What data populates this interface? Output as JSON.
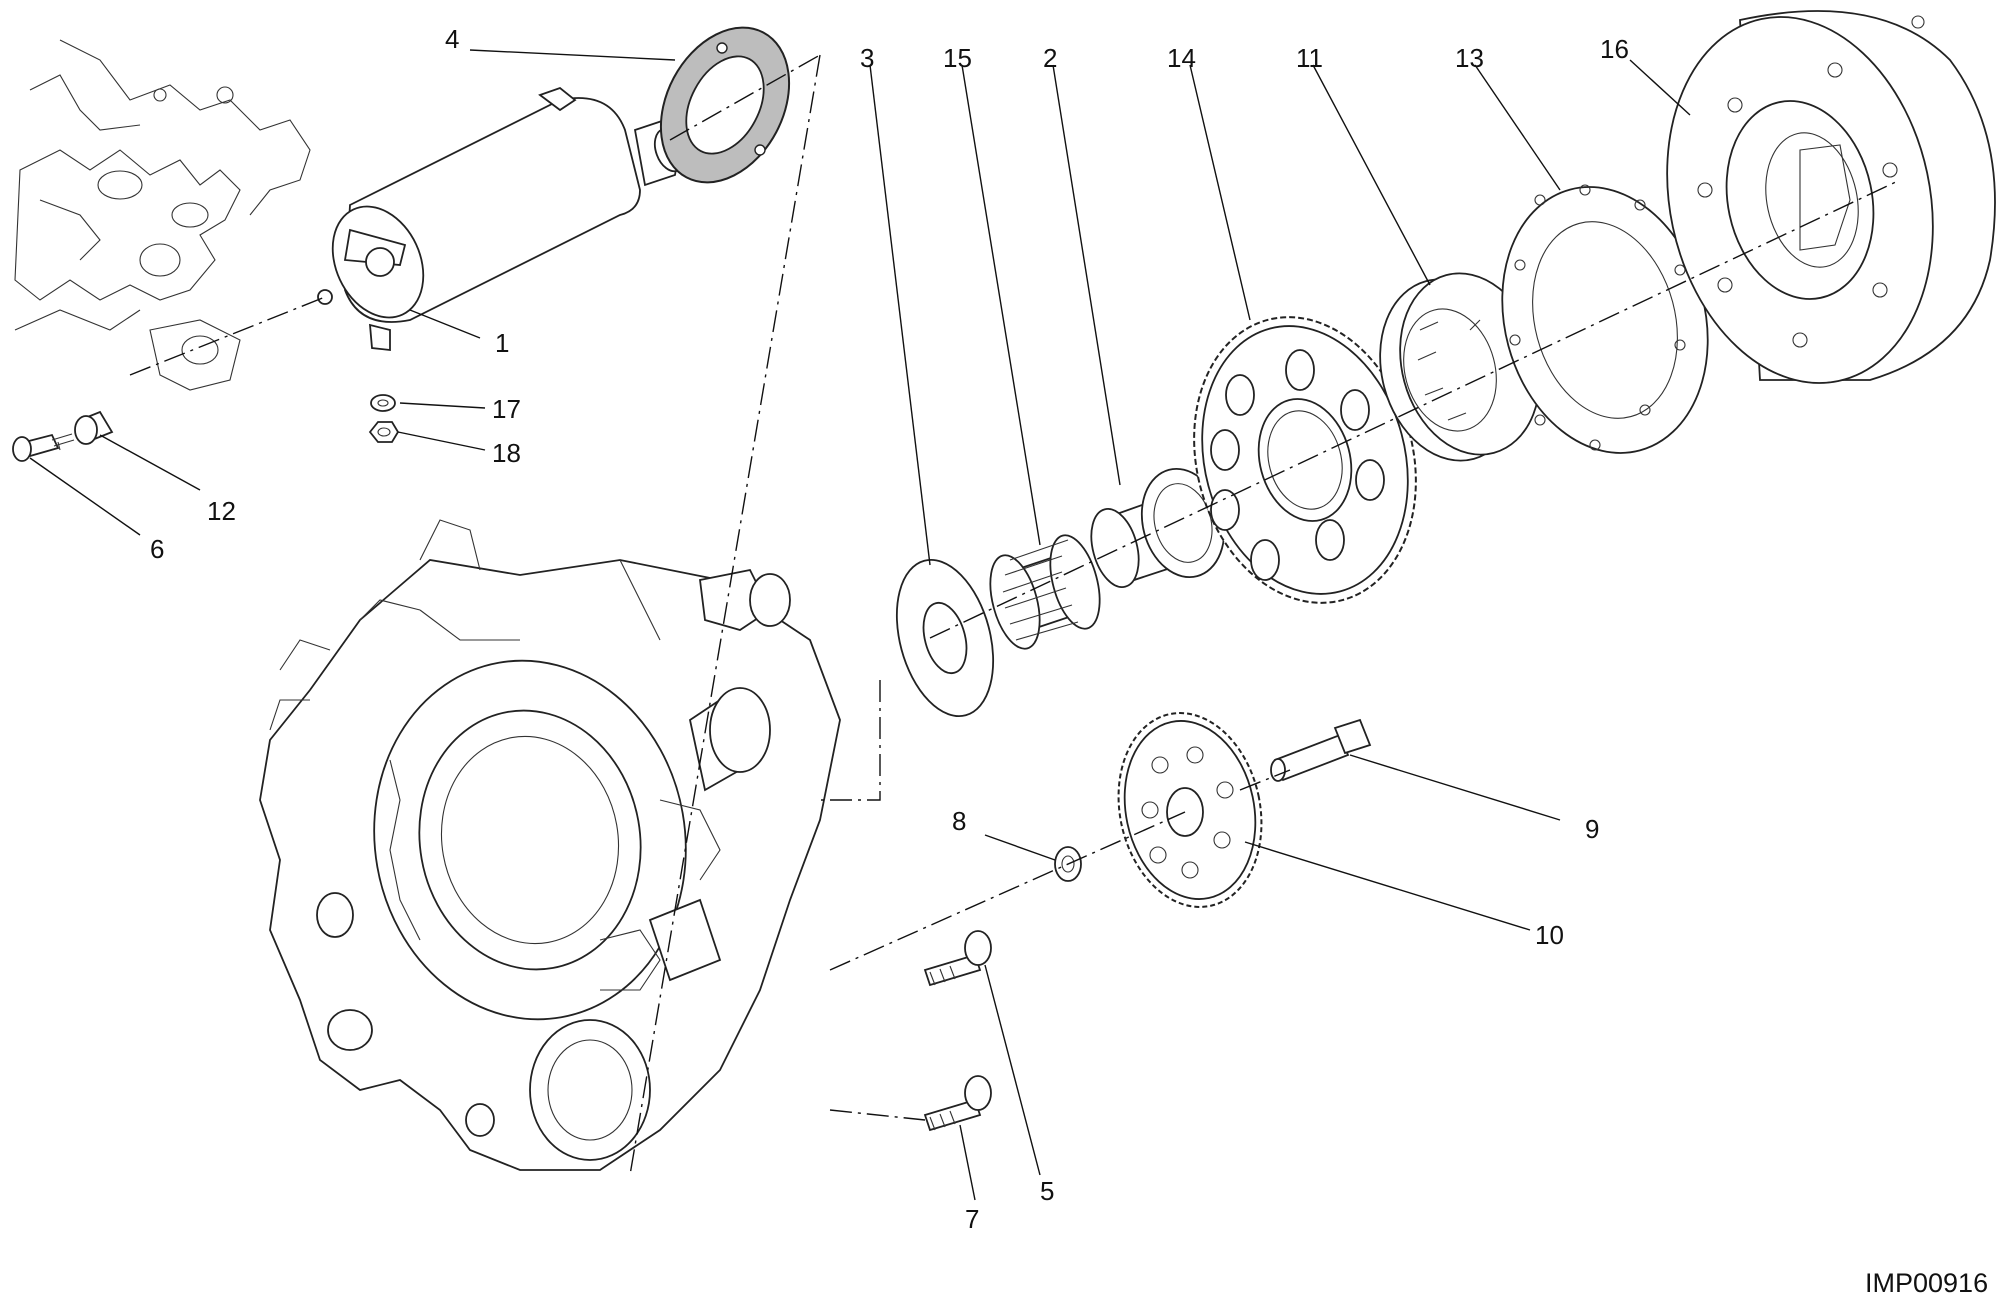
{
  "drawing_code": "IMP00916",
  "callouts": [
    "1",
    "2",
    "3",
    "4",
    "5",
    "6",
    "7",
    "8",
    "9",
    "10",
    "11",
    "12",
    "13",
    "14",
    "15",
    "16",
    "17",
    "18"
  ]
}
